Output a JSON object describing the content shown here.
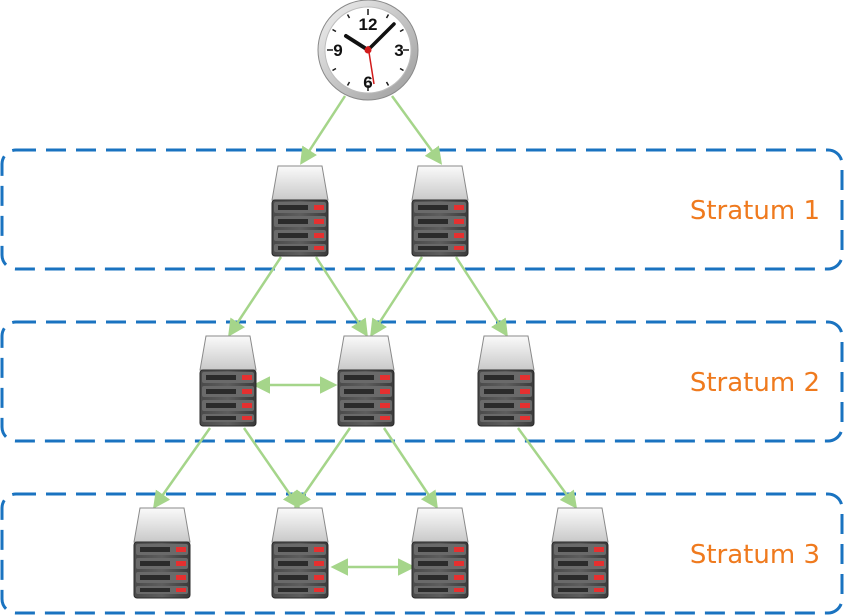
{
  "colors": {
    "border": "#1a73c0",
    "label": "#ef7a1e",
    "arrow": "#a5d58a",
    "server_body": "#3a3a3a",
    "server_light": "#e53030",
    "clock_hand_second": "#d11b1b"
  },
  "clock": {
    "icon": "clock-icon",
    "numerals": {
      "twelve": "12",
      "three": "3",
      "six": "6",
      "nine": "9"
    }
  },
  "strata": [
    {
      "label": "Stratum 1"
    },
    {
      "label": "Stratum 2"
    },
    {
      "label": "Stratum 3"
    }
  ],
  "server_icon": "server-rack-icon"
}
